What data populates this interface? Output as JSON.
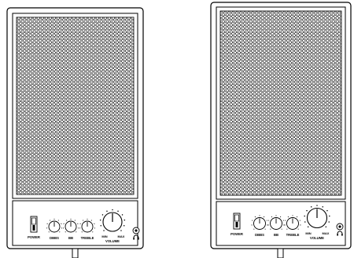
{
  "speakers": [
    {
      "power_label": "POWER",
      "knobs": [
        "DBBS",
        "BB",
        "TREBLE"
      ],
      "volume_label": "VOLUME",
      "volume_min": "MIN",
      "volume_max": "MAX"
    },
    {
      "power_label": "POWER",
      "knobs": [
        "DBBS",
        "BB",
        "TREBLE"
      ],
      "volume_label": "VOLUME",
      "volume_min": "MIN",
      "volume_max": "MAX"
    }
  ],
  "icons": {
    "headphone": "headphone-icon",
    "jack": "headphone-jack"
  },
  "colors": {
    "line": "#000000",
    "background": "#ffffff"
  }
}
